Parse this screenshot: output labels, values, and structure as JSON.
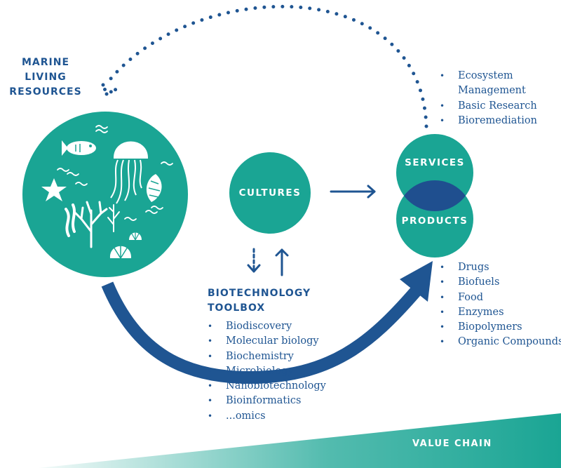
{
  "marine": {
    "lines": [
      "MARINE",
      "LIVING",
      "RESOURCES"
    ]
  },
  "cultures": {
    "label": "CULTURES"
  },
  "services": {
    "label": "SERVICES"
  },
  "products": {
    "label": "PRODUCTS"
  },
  "services_list": {
    "items": [
      "Ecosystem",
      "Management",
      "Basic Research",
      "Bioremediation"
    ]
  },
  "products_list": {
    "items": [
      "Drugs",
      "Biofuels",
      "Food",
      "Enzymes",
      "Biopolymers",
      "Organic Compounds"
    ]
  },
  "toolbox": {
    "title_lines": [
      "BIOTECHNOLOGY",
      "TOOLBOX"
    ],
    "items": [
      "Biodiscovery",
      "Molecular biology",
      "Biochemistry",
      "Microbiology",
      "Nanobiotechnology",
      "Bioinformatics",
      "...omics"
    ]
  },
  "value_chain": {
    "label": "VALUE CHAIN"
  },
  "colors": {
    "teal": "#1aa594",
    "navy": "#1f5592",
    "overlap": "#1f4f8f",
    "white": "#ffffff"
  },
  "icons": [
    "fish-icon",
    "jellyfish-icon",
    "starfish-icon",
    "shell-icon",
    "seaweed-icon",
    "coral-icon",
    "scallop-icon",
    "wave-icon"
  ],
  "bullet": "•"
}
